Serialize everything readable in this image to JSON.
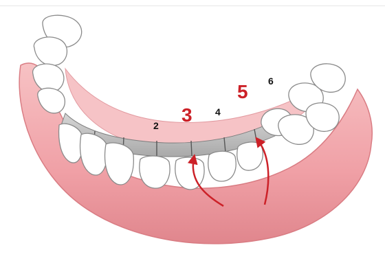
{
  "labels": {
    "n2": "2",
    "n3": "3",
    "n4": "4",
    "n5": "5",
    "n6": "6"
  },
  "colors": {
    "gum": "#f3a9ad",
    "gum_shadow": "#d97c83",
    "tooth": "#ffffff",
    "tooth_outline": "#8a8a8a",
    "band": "#b8b8b8",
    "highlight_label": "#cc2128",
    "arrow": "#cc2128",
    "plain_label": "#111111"
  },
  "icons": {
    "arrow_to_3": "curved-arrow-icon",
    "arrow_to_5": "curved-arrow-icon"
  }
}
